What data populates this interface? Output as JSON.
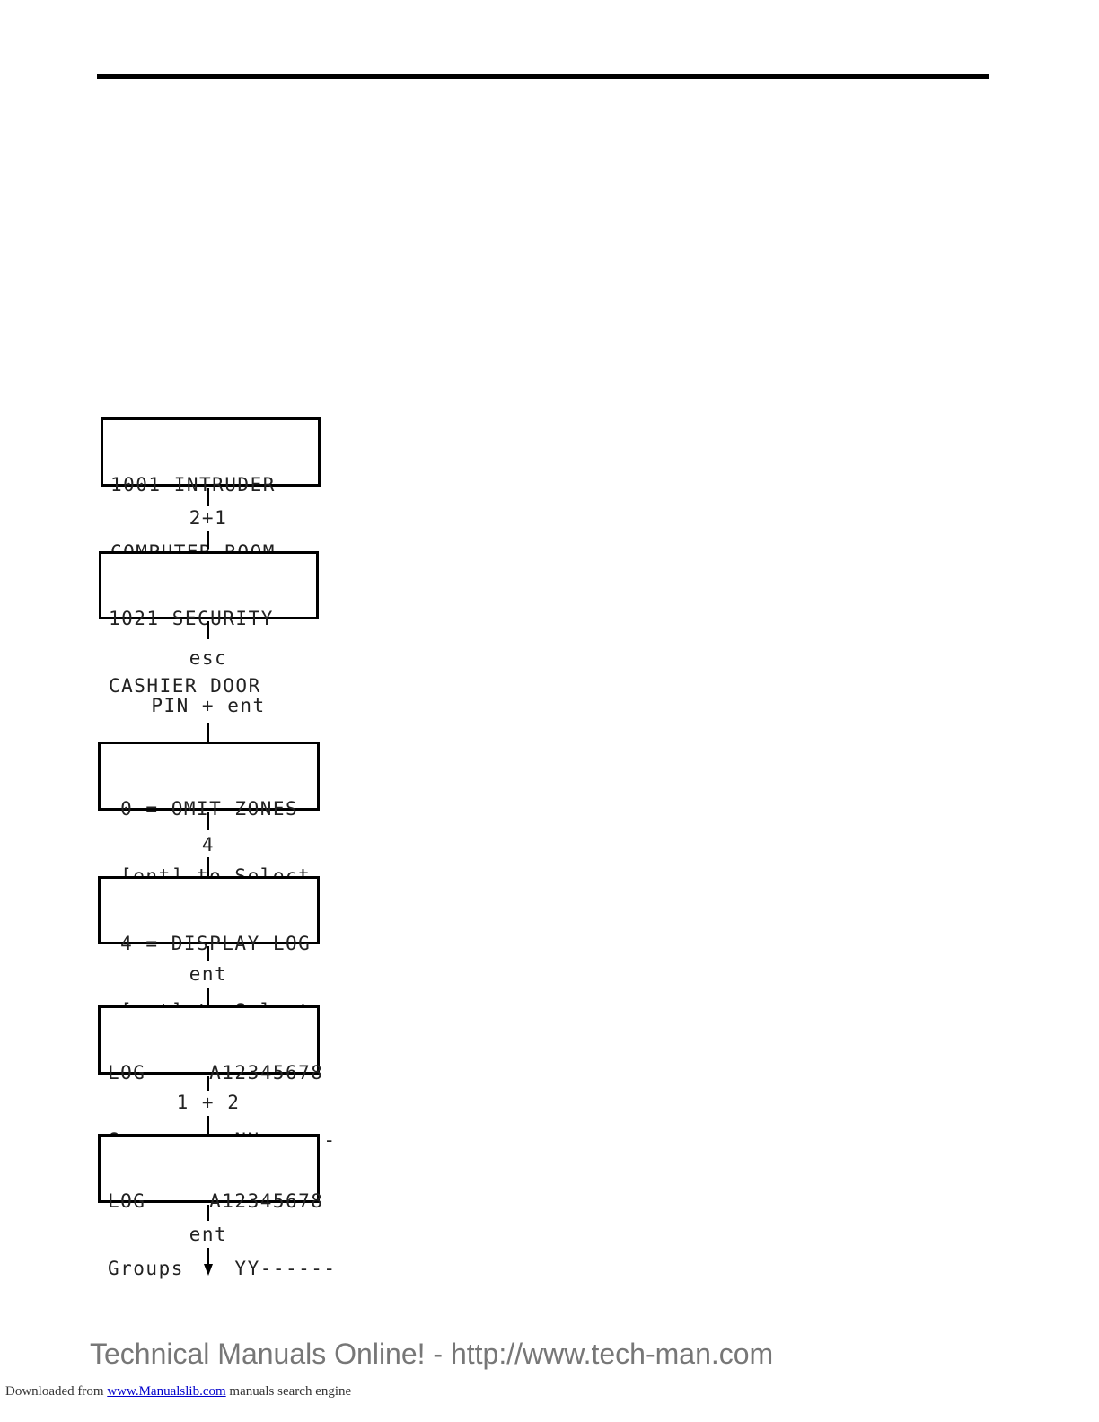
{
  "screens": [
    {
      "line1": "1001 INTRUDER",
      "line2": "COMPUTER ROOM"
    },
    {
      "line1": "1021 SECURITY",
      "line2": "CASHIER DOOR"
    },
    {
      "line1": " 0 = OMIT ZONES",
      "line2": " [ent] to Select"
    },
    {
      "line1": " 4 = DISPLAY LOG",
      "line2": " [ent] to Select"
    },
    {
      "line1": "LOG     A12345678",
      "line2": "Groups    NN------"
    },
    {
      "line1": "LOG     A12345678",
      "line2": "Groups    YY------"
    }
  ],
  "steps": [
    "2+1",
    "esc",
    "PIN + ent",
    "4",
    "ent",
    "1 + 2",
    "ent"
  ],
  "footer": {
    "watermark": "Technical Manuals Online! - http://www.tech-man.com",
    "downloaded_prefix": "Downloaded from",
    "link_text": "www.Manualslib.com",
    "downloaded_suffix": "manuals search engine"
  }
}
